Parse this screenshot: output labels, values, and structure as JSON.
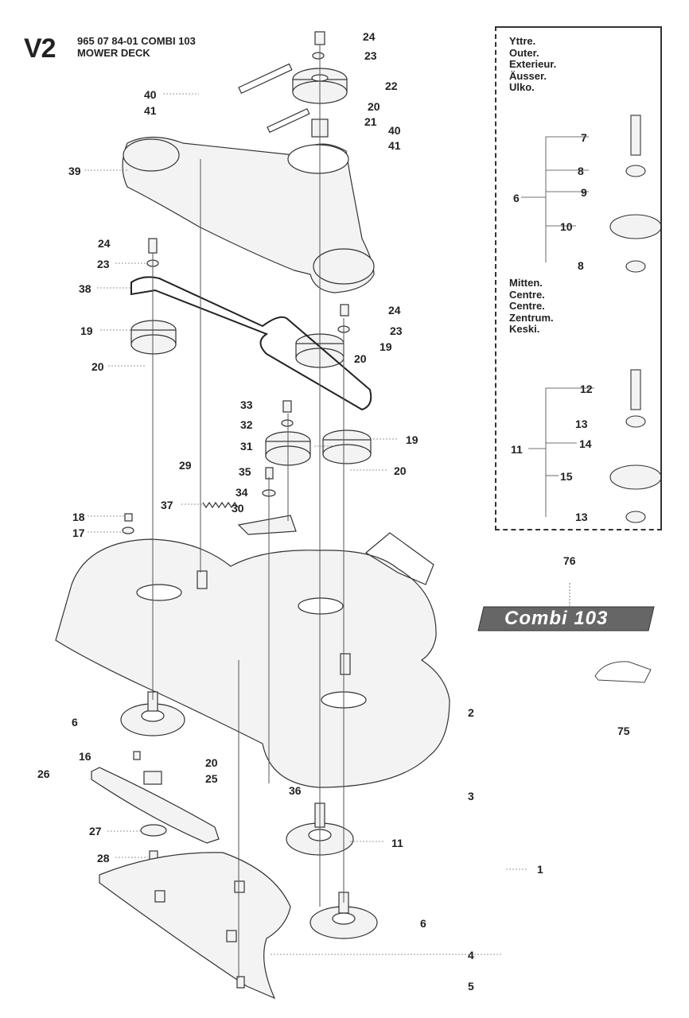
{
  "header": {
    "code": "V2",
    "line1": "965 07 84-01 COMBI 103",
    "line2": "MOWER DECK"
  },
  "inset": {
    "outer_lines": [
      "Yttre.",
      "Outer.",
      "Exterieur.",
      "Äusser.",
      "Ulko."
    ],
    "centre_lines": [
      "Mitten.",
      "Centre.",
      "Centre.",
      "Zentrum.",
      "Keski."
    ]
  },
  "decal_text": "Combi 103",
  "callouts": [
    "24",
    "23",
    "22",
    "40",
    "41",
    "20",
    "21",
    "40",
    "41",
    "39",
    "24",
    "23",
    "38",
    "24",
    "23",
    "19",
    "19",
    "20",
    "20",
    "33",
    "32",
    "31",
    "19",
    "29",
    "20",
    "35",
    "34",
    "37",
    "30",
    "18",
    "17",
    "76",
    "2",
    "6",
    "16",
    "20",
    "25",
    "26",
    "36",
    "3",
    "27",
    "11",
    "28",
    "1",
    "6",
    "4",
    "5",
    "75",
    "7",
    "8",
    "9",
    "6",
    "10",
    "8",
    "12",
    "13",
    "14",
    "11",
    "15",
    "13"
  ],
  "colors": {
    "ink": "#222222",
    "fill": "#f2f2f2",
    "badge": "#666666"
  }
}
